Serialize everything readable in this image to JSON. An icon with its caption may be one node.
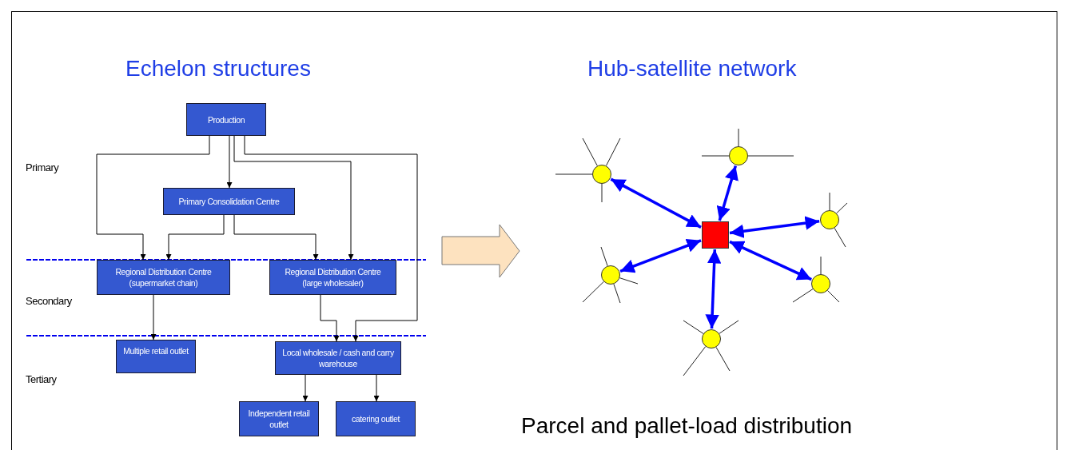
{
  "diagram": {
    "nodes": [
      {
        "text": [
          "Production"
        ]
      },
      {
        "text": [
          "Primary Consolidation Centre"
        ]
      },
      {
        "text": [
          "Regional Distribution Centre (supermarket chain)"
        ]
      },
      {
        "text": [
          "Regional Distribution Centre (large wholesaler)"
        ]
      },
      {
        "text": [
          "Multiple retail outlet"
        ]
      },
      {
        "text": [
          "Local wholesale / cash and carry warehouse"
        ]
      },
      {
        "text": [
          "Independent retail outlet"
        ]
      },
      {
        "text": [
          "catering outlet"
        ]
      },
      {
        "text": [],
        "shape": "box"
      },
      {
        "text": [],
        "shape": "circle"
      },
      {
        "text": [],
        "shape": "circle"
      },
      {
        "text": [],
        "shape": "circle"
      },
      {
        "text": [],
        "shape": "circle"
      },
      {
        "text": [],
        "shape": "circle"
      },
      {
        "text": [],
        "shape": "circle"
      }
    ],
    "edges": [
      {
        "from": 0,
        "to": 1,
        "arrow": "to"
      },
      {
        "from": 0,
        "to": 2,
        "arrow": "to"
      },
      {
        "from": 1,
        "to": 2,
        "arrow": "to"
      },
      {
        "from": 1,
        "to": 3,
        "arrow": "to"
      },
      {
        "from": 0,
        "to": 3,
        "arrow": "to"
      },
      {
        "from": 0,
        "to": 5,
        "arrow": "to"
      },
      {
        "from": 2,
        "to": 4,
        "arrow": "to"
      },
      {
        "from": 3,
        "to": 5,
        "arrow": "to"
      },
      {
        "from": 5,
        "to": 6,
        "arrow": "to"
      },
      {
        "from": 5,
        "to": 7,
        "arrow": "to"
      },
      {
        "from": 8,
        "to": 9,
        "arrow": "both",
        "style": "thick",
        "color": "#0000ff"
      },
      {
        "from": 8,
        "to": 10,
        "arrow": "both",
        "style": "thick",
        "color": "#0000ff"
      },
      {
        "from": 8,
        "to": 11,
        "arrow": "both",
        "style": "thick",
        "color": "#0000ff"
      },
      {
        "from": 8,
        "to": 12,
        "arrow": "both",
        "style": "thick",
        "color": "#0000ff"
      },
      {
        "from": 8,
        "to": 13,
        "arrow": "both",
        "style": "thick",
        "color": "#0000ff"
      },
      {
        "from": 8,
        "to": 14,
        "arrow": "both",
        "style": "thick",
        "color": "#0000ff"
      }
    ],
    "labels": [
      "Echelon structures",
      "Hub-satellite network",
      "Primary",
      "Secondary",
      "Tertiary",
      "Parcel and pallet-load distribution"
    ]
  }
}
